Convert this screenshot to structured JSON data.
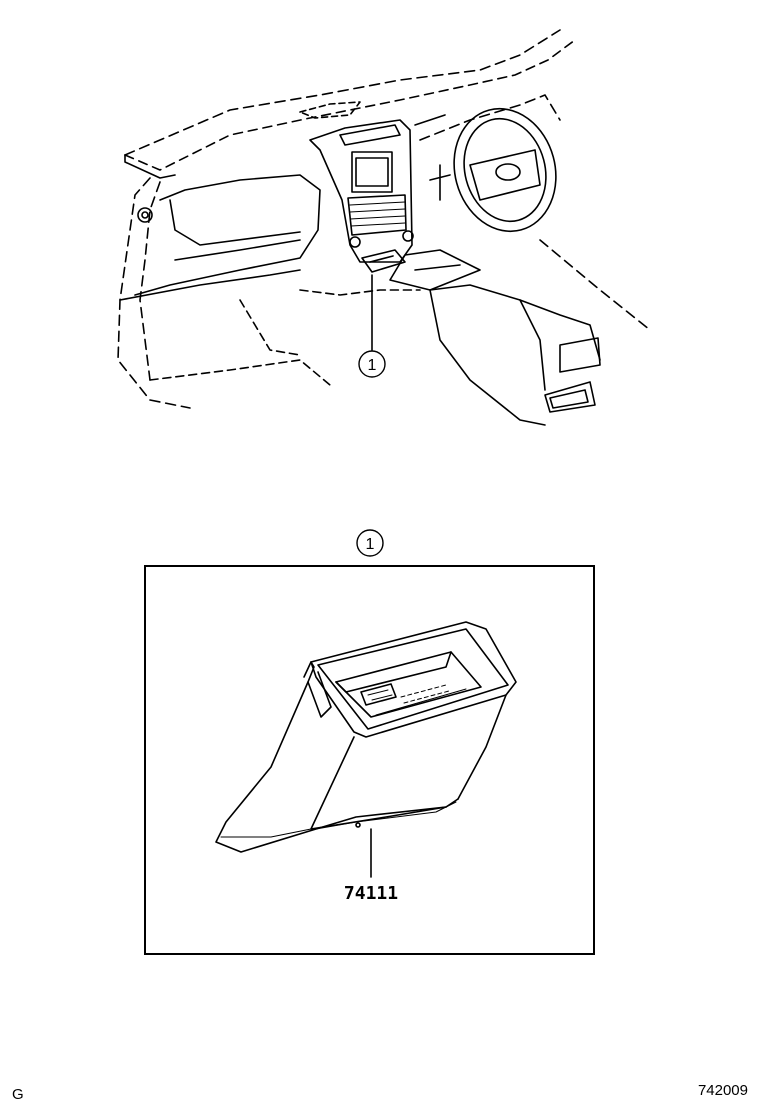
{
  "overview": {
    "callout_number": "1"
  },
  "detail": {
    "callout_number": "1",
    "part_number": "74111"
  },
  "footer": {
    "left_code": "G",
    "right_code": "742009"
  }
}
